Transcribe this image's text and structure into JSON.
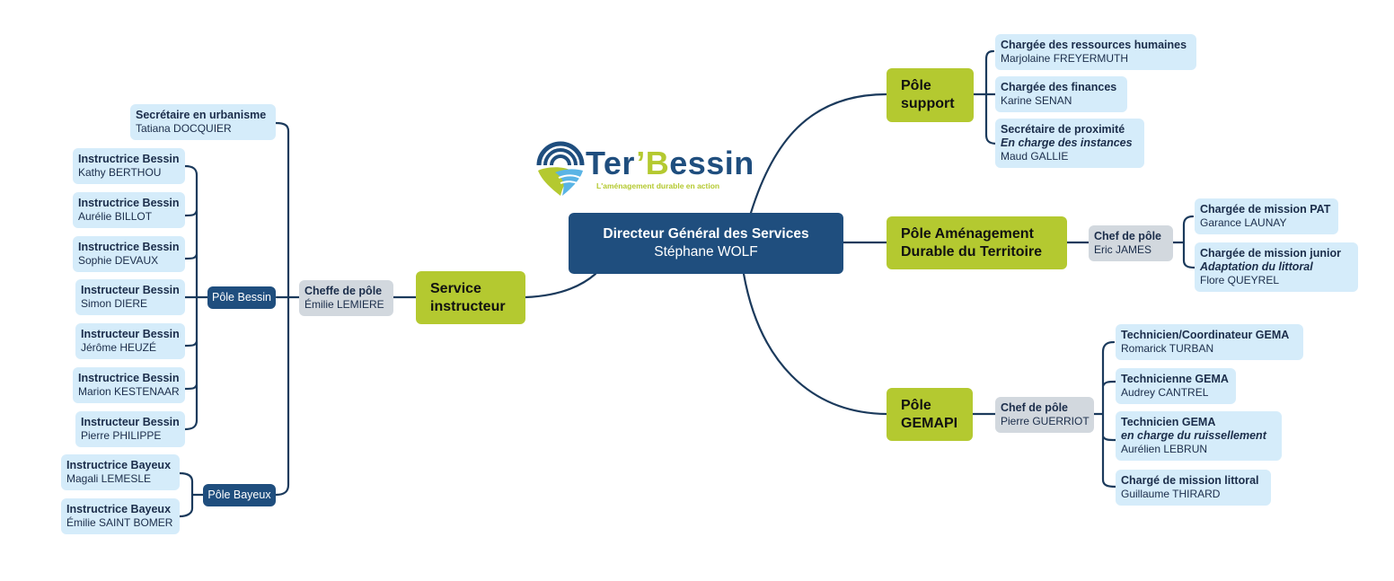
{
  "logo": {
    "name_part1": "Ter",
    "apostrophe": "’",
    "name_b": "B",
    "name_part2": "essin",
    "tagline": "L'aménagement durable en action",
    "colors": {
      "navy": "#1f4e7e",
      "green": "#b4c930",
      "light_blue": "#5ab4e5"
    }
  },
  "root": {
    "title": "Directeur Général des Services",
    "name": "Stéphane WOLF"
  },
  "colors": {
    "root": "#1f4e7e",
    "pole": "#b4c930",
    "leaf": "#d5ecfa",
    "chef": "#d2d8de",
    "link": "#1b3a5c"
  },
  "service_instructeur": {
    "label": "Service instructeur",
    "chef": {
      "title": "Cheffe de pôle",
      "name": "Émilie LEMIERE"
    },
    "secretaire": {
      "title": "Secrétaire en urbanisme",
      "name": "Tatiana DOCQUIER"
    },
    "pole_bessin": {
      "label": "Pôle Bessin",
      "members": [
        {
          "title": "Instructrice Bessin",
          "name": "Kathy BERTHOU"
        },
        {
          "title": "Instructrice Bessin",
          "name": "Aurélie BILLOT"
        },
        {
          "title": "Instructrice Bessin",
          "name": "Sophie DEVAUX"
        },
        {
          "title": "Instructeur Bessin",
          "name": "Simon DIERE"
        },
        {
          "title": "Instructeur Bessin",
          "name": "Jérôme HEUZÉ"
        },
        {
          "title": "Instructrice Bessin",
          "name": "Marion KESTENAAR"
        },
        {
          "title": "Instructeur Bessin",
          "name": "Pierre PHILIPPE"
        }
      ]
    },
    "pole_bayeux": {
      "label": "Pôle Bayeux",
      "members": [
        {
          "title": "Instructrice Bayeux",
          "name": "Magali LEMESLE"
        },
        {
          "title": "Instructrice Bayeux",
          "name": "Émilie SAINT BOMER"
        }
      ]
    }
  },
  "pole_support": {
    "label": "Pôle support",
    "members": [
      {
        "title": "Chargée des ressources humaines",
        "name": "Marjolaine FREYERMUTH"
      },
      {
        "title": "Chargée des finances",
        "name": "Karine SENAN"
      },
      {
        "title": "Secrétaire de proximité",
        "subtitle": "En charge des instances",
        "name": "Maud GALLIE"
      }
    ]
  },
  "pole_amenagement": {
    "label": "Pôle Aménagement Durable du Territoire",
    "chef": {
      "title": "Chef de pôle",
      "name": "Eric JAMES"
    },
    "members": [
      {
        "title": "Chargée de mission PAT",
        "name": "Garance LAUNAY"
      },
      {
        "title": "Chargée de mission junior",
        "subtitle": "Adaptation du littoral",
        "name": "Flore QUEYREL"
      }
    ]
  },
  "pole_gemapi": {
    "label": "Pôle GEMAPI",
    "chef": {
      "title": "Chef de pôle",
      "name": "Pierre GUERRIOT"
    },
    "members": [
      {
        "title": "Technicien/Coordinateur GEMA",
        "name": "Romarick TURBAN"
      },
      {
        "title": "Technicienne GEMA",
        "name": "Audrey CANTREL"
      },
      {
        "title": "Technicien GEMA",
        "subtitle": "en charge du ruissellement",
        "name": "Aurélien LEBRUN"
      },
      {
        "title": "Chargé de mission littoral",
        "name": "Guillaume THIRARD"
      }
    ]
  }
}
